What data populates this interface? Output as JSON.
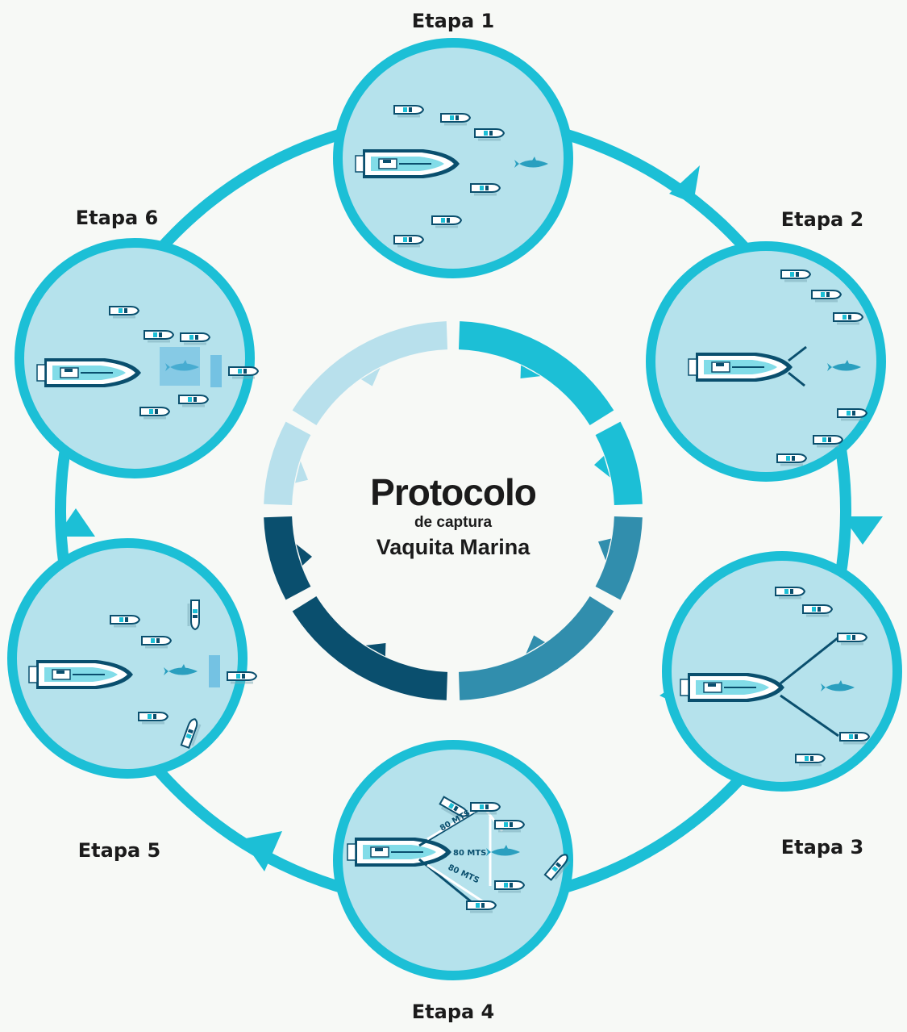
{
  "center": {
    "title": "Protocolo",
    "subtitle_line1": "de captura",
    "subtitle_line2": "Vaquita Marina"
  },
  "stages": [
    {
      "label": "Etapa 1"
    },
    {
      "label": "Etapa 2"
    },
    {
      "label": "Etapa 3"
    },
    {
      "label": "Etapa 4"
    },
    {
      "label": "Etapa 5"
    },
    {
      "label": "Etapa 6"
    }
  ],
  "distance_labels": {
    "upper": "80 MTS",
    "middle": "80 MTS",
    "lower": "80 MTS"
  },
  "colors": {
    "ring": "#1cbfd6",
    "circle_fill": "#b5e2ec",
    "ring_segment_1": "#1cbfd6",
    "ring_segment_2": "#1cbfd6",
    "ring_segment_3": "#318ead",
    "ring_segment_4": "#0a4f6e",
    "ring_segment_5": "#b8e0ec",
    "ring_segment_6": "#b8e0ec",
    "net_line": "#0a4f6e",
    "vaquita": "#2a9fbf"
  }
}
